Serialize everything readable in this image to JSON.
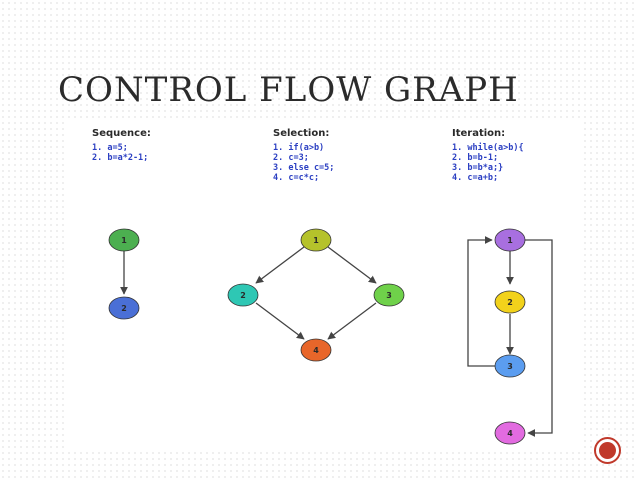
{
  "slide": {
    "title": "CONTROL FLOW GRAPH"
  },
  "sections": {
    "sequence": {
      "heading": "Sequence:",
      "lines": [
        "1. a=5;",
        "2. b=a*2-1;"
      ]
    },
    "selection": {
      "heading": "Selection:",
      "lines": [
        "1.  if(a>b)",
        "2.  c=3;",
        "3.  else c=5;",
        "4.  c=c*c;"
      ]
    },
    "iteration": {
      "heading": "Iteration:",
      "lines": [
        "1.  while(a>b){",
        "2.   b=b-1;",
        "3.   b=b*a;}",
        "4.   c=a+b;"
      ]
    }
  },
  "graphs": {
    "sequence": {
      "nodes": [
        "1",
        "2"
      ]
    },
    "selection": {
      "nodes": [
        "1",
        "2",
        "3",
        "4"
      ]
    },
    "iteration": {
      "nodes": [
        "1",
        "2",
        "3",
        "4"
      ]
    }
  },
  "colors": {
    "green": "#4caf50",
    "blue": "#4a6fd6",
    "olive": "#b5c22b",
    "cyan": "#2ec7b4",
    "lime": "#6fd14a",
    "orange": "#e8662a",
    "purple": "#a86fe0",
    "yellow": "#f2d21b",
    "lightblue": "#5b9df0",
    "pink": "#e26be0",
    "nav": "#c0392b"
  }
}
